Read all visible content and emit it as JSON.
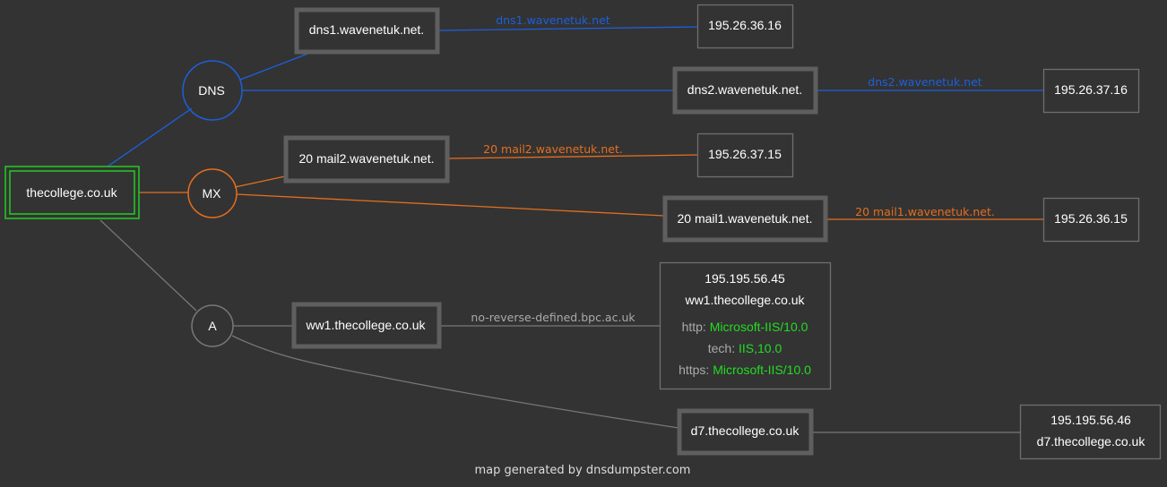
{
  "colors": {
    "background": "#333333",
    "dns": "#1e5fdc",
    "mx": "#e66e1e",
    "a": "#777777",
    "root": "#22cc22",
    "host_border": "#5f5f5f",
    "ip_border": "#6e6e6e",
    "server_value": "#22dd22",
    "label_muted": "#aaaaaa"
  },
  "root": {
    "label": "thecollege.co.uk"
  },
  "categories": {
    "dns": "DNS",
    "mx": "MX",
    "a": "A"
  },
  "dns": [
    {
      "host": "dns1.wavenetuk.net.",
      "reverse": "dns1.wavenetuk.net",
      "ip": "195.26.36.16"
    },
    {
      "host": "dns2.wavenetuk.net.",
      "reverse": "dns2.wavenetuk.net",
      "ip": "195.26.37.16"
    }
  ],
  "mx": [
    {
      "host": "20 mail2.wavenetuk.net.",
      "reverse": "20 mail2.wavenetuk.net.",
      "ip": "195.26.37.15"
    },
    {
      "host": "20 mail1.wavenetuk.net.",
      "reverse": "20 mail1.wavenetuk.net.",
      "ip": "195.26.36.15"
    }
  ],
  "a": [
    {
      "host": "ww1.thecollege.co.uk",
      "reverse": "no-reverse-defined.bpc.ac.uk",
      "ip": "195.195.56.45",
      "name": "ww1.thecollege.co.uk",
      "banners": [
        {
          "key": "http:",
          "value": "Microsoft-IIS/10.0"
        },
        {
          "key": "tech:",
          "value": "IIS,10.0"
        },
        {
          "key": "https:",
          "value": "Microsoft-IIS/10.0"
        }
      ]
    },
    {
      "host": "d7.thecollege.co.uk",
      "reverse": "",
      "ip": "195.195.56.46",
      "name": "d7.thecollege.co.uk"
    }
  ],
  "footer": "map generated by dnsdumpster.com"
}
